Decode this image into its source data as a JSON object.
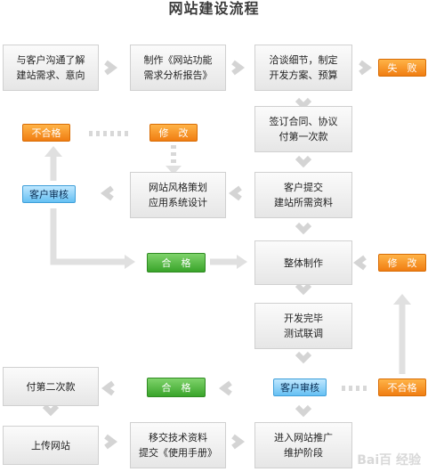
{
  "title": "网站建设流程",
  "boxes": {
    "b1": "与客户沟通了解\n建站需求、意向",
    "b2": "制作《网站功能\n需求分析报告》",
    "b3": "洽谈细节，制定\n开发方案、预算",
    "b4": "签订合同、协议\n付第一次款",
    "b5": "客户提交\n建站所需资料",
    "b6": "网站风格策划\n应用系统设计",
    "b7": "整体制作",
    "b8": "开发完毕\n测试联调",
    "b9": "付第二次款",
    "b10": "上传网站",
    "b11": "移交技术资料\n提交《使用手册》",
    "b12": "进入网站推广\n维护阶段"
  },
  "tags": {
    "fail": "失　败",
    "unqualified_top": "不合格",
    "modify_top": "修　改",
    "review_top": "客户审核",
    "pass_mid": "合　格",
    "modify_right": "修　改",
    "review_bottom": "客户审核",
    "pass_bottom": "合　格",
    "unqualified_bottom": "不合格"
  },
  "watermark": "Bai百 经验"
}
